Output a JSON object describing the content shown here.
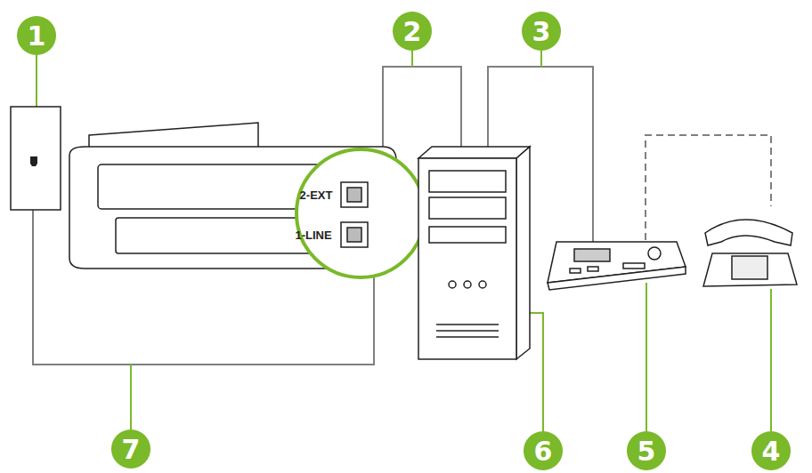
{
  "diagram": {
    "labels": [
      "1",
      "2",
      "3",
      "2-EXT",
      "1-LINE",
      "7",
      "6",
      "5",
      "4"
    ]
  }
}
